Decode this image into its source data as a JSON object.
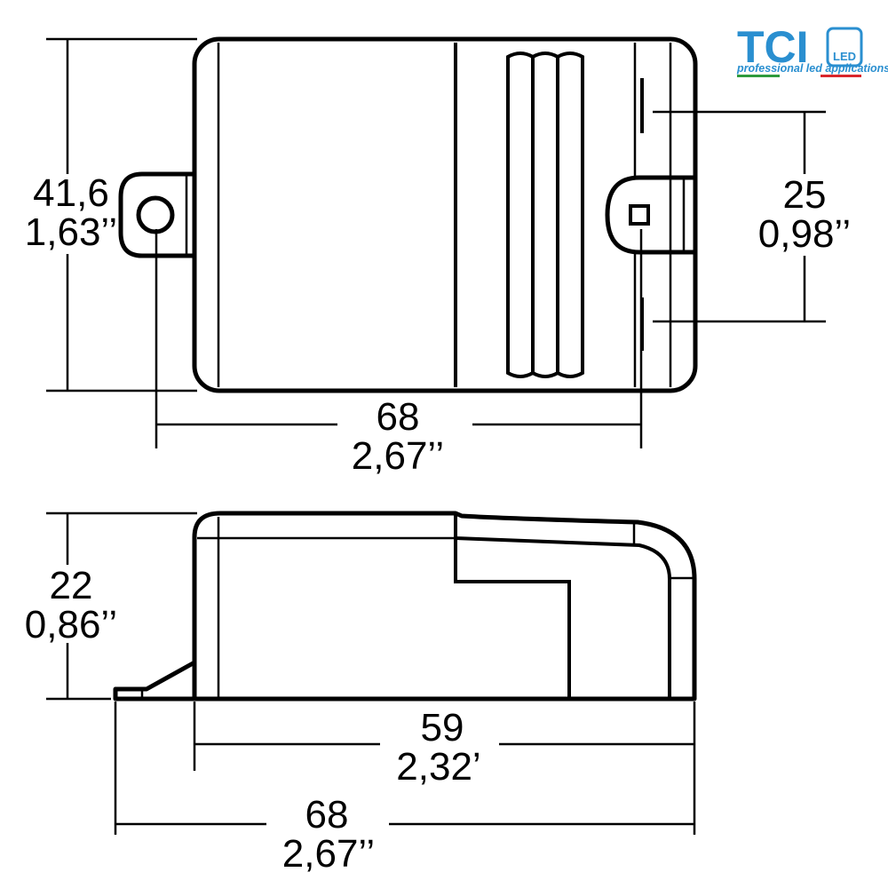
{
  "logo": {
    "brand": "TCI",
    "badge": "LED",
    "tagline": "professional led applications",
    "colors": {
      "brand_blue": "#2a8fd0",
      "flag_green": "#2e9a3c",
      "flag_red": "#d9262b"
    }
  },
  "top_view": {
    "height_mm": "41,6",
    "height_in": "1,63’’",
    "hole_spacing_mm": "25",
    "hole_spacing_in": "0,98’’",
    "hole_to_hole_mm": "68",
    "hole_to_hole_in": "2,67’’"
  },
  "side_view": {
    "height_mm": "22",
    "height_in": "0,86’’",
    "body_length_mm": "59",
    "body_length_in": "2,32’",
    "overall_length_mm": "68",
    "overall_length_in": "2,67’’"
  }
}
